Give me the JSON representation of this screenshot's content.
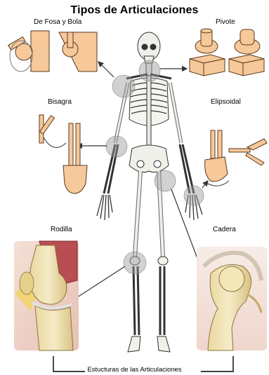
{
  "title": "Tipos de Articulaciones",
  "labels": {
    "fosa_bola": "De Fosa y Bola",
    "pivote": "Pivote",
    "bisagra": "Bisagra",
    "elipsoidal": "Elipsoidal",
    "rodilla": "Rodilla",
    "cadera": "Cadera"
  },
  "footer": "Estucturas de las Articulaciones",
  "colors": {
    "bone": "#f0f0ea",
    "bone_outline": "#333333",
    "joint_model": "#f6c89a",
    "joint_outline": "#5a3a1e",
    "highlight": "#b4b4b4",
    "arrow": "#333333"
  }
}
